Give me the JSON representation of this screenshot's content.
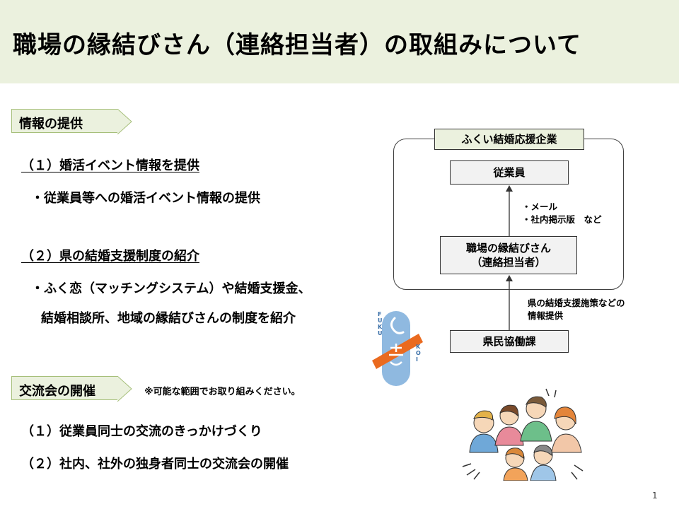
{
  "title": "職場の縁結びさん（連絡担当者）の取組みについて",
  "section1": {
    "label": "情報の提供",
    "item1_heading": "（１）婚活イベント情報を提供",
    "item1_bullet": "・従業員等への婚活イベント情報の提供",
    "item2_heading": "（２）県の結婚支援制度の紹介",
    "item2_bullet_line1": "・ふく恋（マッチングシステム）や結婚支援金、",
    "item2_bullet_line2": "結婚相談所、地域の縁結びさんの制度を紹介"
  },
  "section2": {
    "label": "交流会の開催",
    "note": "※可能な範囲でお取り組みください。",
    "item1": "（１）従業員同士の交流のきっかけづくり",
    "item2": "（２）社内、社外の独身者同士の交流会の開催"
  },
  "diagram": {
    "company": "ふくい結婚応援企業",
    "employees": "従業員",
    "contact_line1": "職場の縁結びさん",
    "contact_line2": "（連絡担当者）",
    "channel_line1": "・メール",
    "channel_line2": "・社内掲示版　など",
    "dept": "県民協働課",
    "dept_info_line1": "県の結婚支援施策などの",
    "dept_info_line2": "情報提供"
  },
  "logo": {
    "text_left": "FUKU",
    "text_right": "KOI"
  },
  "page_number": "1",
  "colors": {
    "title_bg": "#ebf1de",
    "tag_border": "#a6bf7a",
    "logo_blue": "#8fb9e0",
    "logo_orange": "#ea6a1f"
  }
}
